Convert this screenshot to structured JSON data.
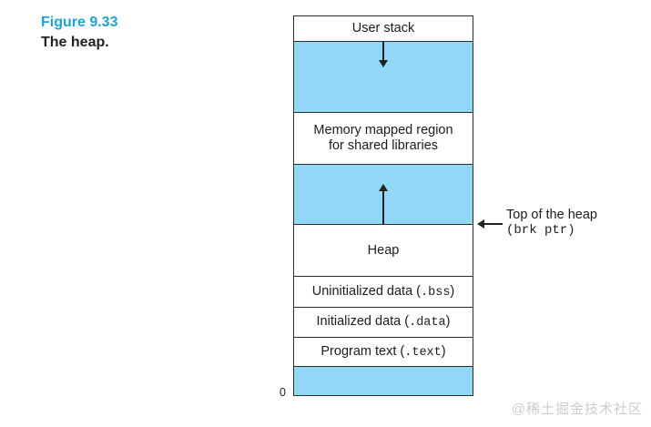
{
  "figure": {
    "number": "Figure 9.33",
    "title": "The heap."
  },
  "diagram": {
    "segments": {
      "user_stack": {
        "label": "User stack"
      },
      "mmap": {
        "line1": "Memory mapped region",
        "line2": "for shared libraries"
      },
      "heap": {
        "label": "Heap"
      },
      "bss": {
        "prefix": "Uninitialized data (",
        "code": ".bss",
        "suffix": ")"
      },
      "data_seg": {
        "prefix": "Initialized data (",
        "code": ".data",
        "suffix": ")"
      },
      "text_seg": {
        "prefix": "Program text (",
        "code": ".text",
        "suffix": ")"
      }
    },
    "origin_label": "0"
  },
  "annotation": {
    "line1": "Top of the heap",
    "line2": "(brk ptr)"
  },
  "watermark": "@稀土掘金技术社区",
  "colors": {
    "region_fill": "#91d8f7",
    "figure_number": "#1ba3dc",
    "line": "#2d2d2d",
    "watermark": "#cdcdcd"
  }
}
